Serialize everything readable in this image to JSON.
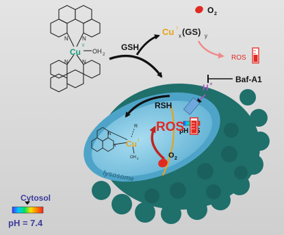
{
  "complex_top": {
    "metal": "Cu",
    "oxidation": "II",
    "ligand": "OH",
    "ligand_sub": "2",
    "n_label": "N"
  },
  "complex_inner": {
    "metal": "Cu",
    "oxidation": "I",
    "r_label": "R",
    "ligand": "OH",
    "ligand_sub": "2",
    "n_label": "N"
  },
  "reactants": {
    "gsh": "GSH",
    "rsh": "RSH",
    "o2_top": "O",
    "o2_top_sub": "2",
    "o2_inner": "O",
    "o2_inner_sub": "2"
  },
  "product": {
    "cu": "Cu",
    "cu_sup": "I",
    "x": "x",
    "gs": "(GS)",
    "y": "y"
  },
  "ros_top": "ROS",
  "ros_inner": "ROS",
  "proton": {
    "h": "H",
    "plus": "+"
  },
  "inhibitor": "Baf-A1",
  "lysosome_ph": "pH = 5",
  "lysosome_label": "lysosome",
  "cytosol": {
    "label": "Cytosol",
    "ph": "pH = 7.4"
  },
  "colors": {
    "background": "#dcdcdc",
    "lysosome_outer": "#1f6f6b",
    "lysosome_bump": "#1a615d",
    "lysosome_inner": "#69b5d6",
    "lysosome_core": "#8ed0ea",
    "ros_red": "#e12a22",
    "cu_orange": "#e8a317",
    "arrow_pink": "#f08a8a",
    "proton_purple": "#9b59b6",
    "ph_bar": [
      "#3b3bff",
      "#00c8ff",
      "#00e060",
      "#ffe000",
      "#ff8000",
      "#ff2020"
    ]
  }
}
